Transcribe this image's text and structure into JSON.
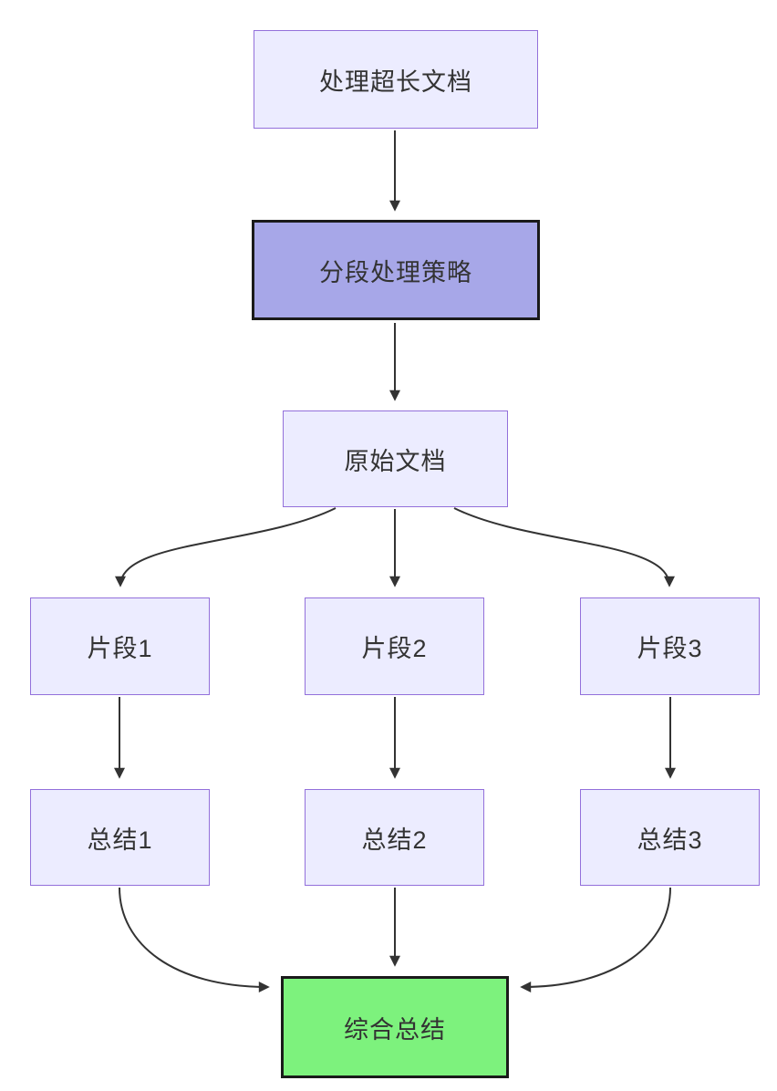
{
  "diagram": {
    "type": "flowchart",
    "direction": "top-down",
    "nodes": {
      "process_long_doc": {
        "label": "处理超长文档"
      },
      "segment_strategy": {
        "label": "分段处理策略"
      },
      "original_doc": {
        "label": "原始文档"
      },
      "fragment1": {
        "label": "片段1"
      },
      "fragment2": {
        "label": "片段2"
      },
      "fragment3": {
        "label": "片段3"
      },
      "summary1": {
        "label": "总结1"
      },
      "summary2": {
        "label": "总结2"
      },
      "summary3": {
        "label": "总结3"
      },
      "final_summary": {
        "label": "综合总结"
      }
    },
    "edges": [
      {
        "from": "process_long_doc",
        "to": "segment_strategy"
      },
      {
        "from": "segment_strategy",
        "to": "original_doc"
      },
      {
        "from": "original_doc",
        "to": "fragment1"
      },
      {
        "from": "original_doc",
        "to": "fragment2"
      },
      {
        "from": "original_doc",
        "to": "fragment3"
      },
      {
        "from": "fragment1",
        "to": "summary1"
      },
      {
        "from": "fragment2",
        "to": "summary2"
      },
      {
        "from": "fragment3",
        "to": "summary3"
      },
      {
        "from": "summary1",
        "to": "final_summary"
      },
      {
        "from": "summary2",
        "to": "final_summary"
      },
      {
        "from": "summary3",
        "to": "final_summary"
      }
    ],
    "colors": {
      "default_node_fill": "#ECECFF",
      "default_node_border": "#9370DB",
      "strategy_node_fill": "#a7a7e8",
      "strategy_node_border": "#1a1a1a",
      "final_node_fill": "#7df27d",
      "final_node_border": "#1a1a1a",
      "edge_stroke": "#333333",
      "text_color": "#333333",
      "background": "#ffffff"
    }
  }
}
